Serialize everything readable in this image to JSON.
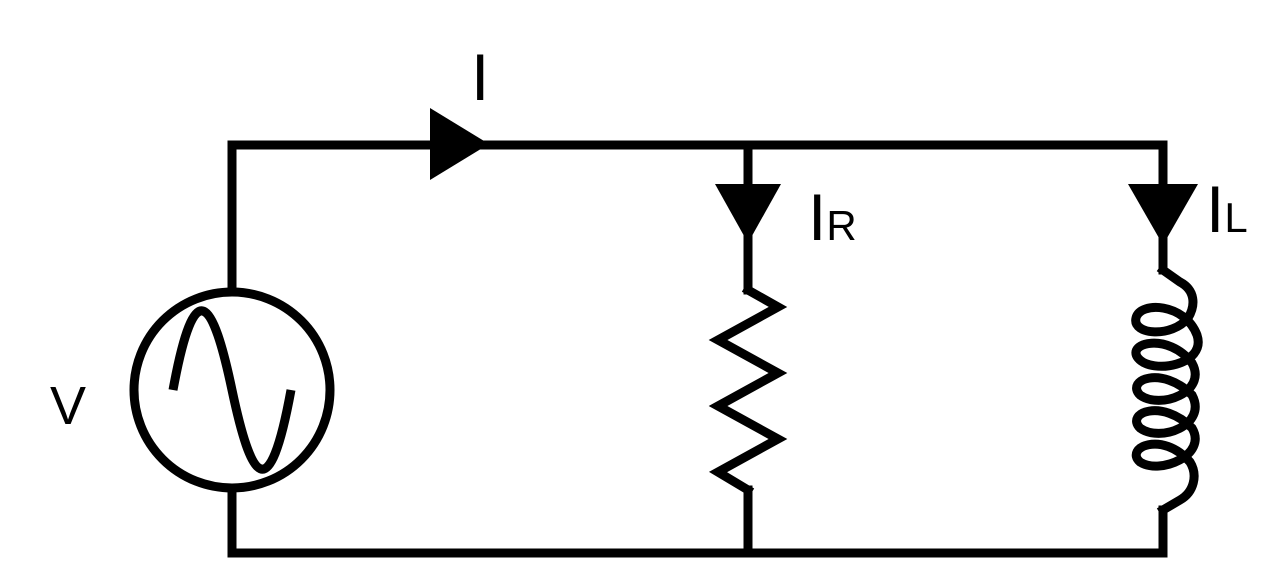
{
  "labels": {
    "total_current": "I",
    "resistor_current_main": "I",
    "resistor_current_sub": "R",
    "inductor_current_main": "I",
    "inductor_current_sub": "L",
    "source_voltage": "V"
  },
  "components": {
    "source": "ac-voltage-source",
    "resistor": "resistor",
    "inductor": "inductor"
  },
  "colors": {
    "line": "#000000",
    "background": "#ffffff"
  }
}
